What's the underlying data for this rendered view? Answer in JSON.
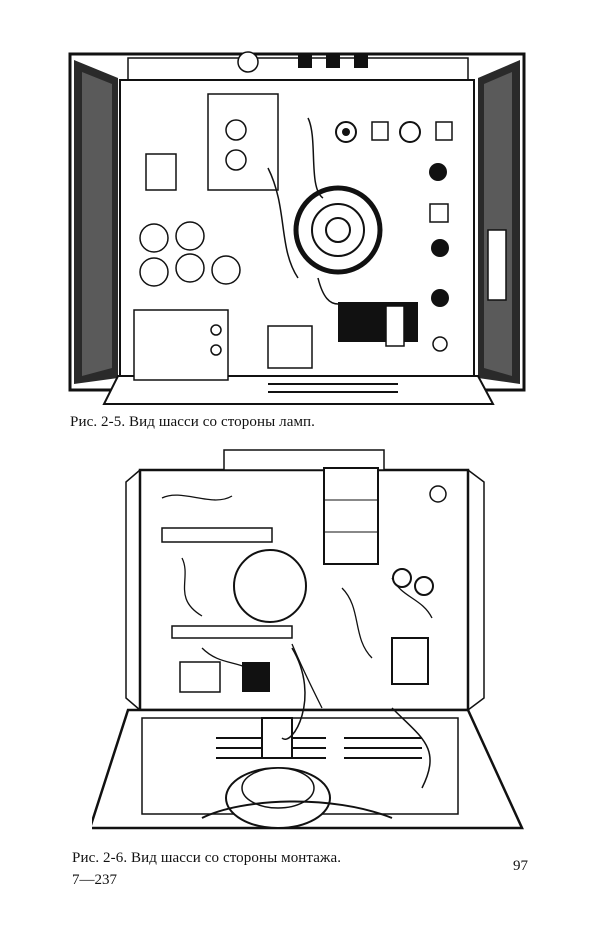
{
  "figures": [
    {
      "caption": "Рис. 2-5. Вид шасси со стороны ламп.",
      "illustration": "chassis-tube-side"
    },
    {
      "caption": "Рис. 2-6. Вид шасси со стороны монтажа.",
      "illustration": "chassis-wiring-side"
    }
  ],
  "page_number": "97",
  "signature_mark": "7—237"
}
